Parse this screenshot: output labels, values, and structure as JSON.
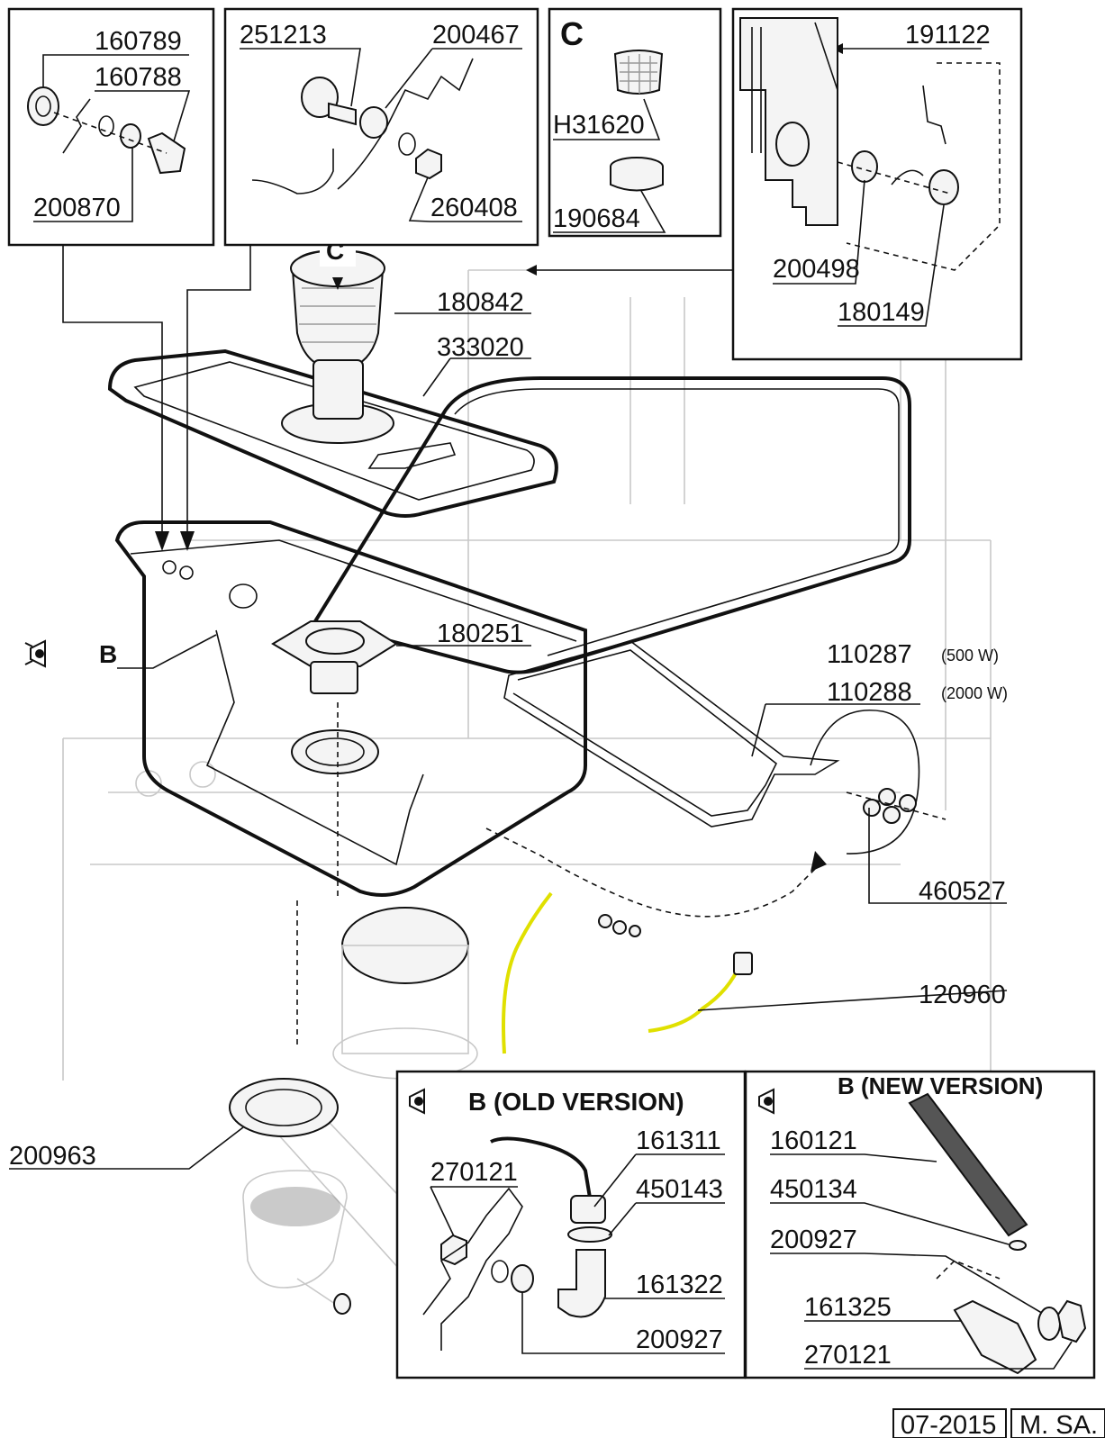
{
  "boxes": {
    "top_left": {
      "parts": [
        "160789",
        "160788",
        "200870"
      ]
    },
    "top_mid": {
      "parts": [
        "251213",
        "200467",
        "260408"
      ]
    },
    "detail_c": {
      "letter": "C",
      "parts": [
        "H31620",
        "190684"
      ]
    },
    "top_right": {
      "parts": [
        "191122",
        "200498",
        "180149"
      ]
    },
    "old_version": {
      "title": "B  (OLD VERSION)",
      "parts": [
        "161311",
        "270121",
        "450143",
        "161322",
        "200927"
      ]
    },
    "new_version": {
      "title": "B (NEW VERSION)",
      "parts": [
        "160121",
        "450134",
        "200927",
        "161325",
        "270121"
      ]
    }
  },
  "main_labels": {
    "c_marker": "C",
    "b_marker": "B",
    "p180842": "180842",
    "p333020": "333020",
    "p180251": "180251",
    "p110287": "110287",
    "p110287_note": "(500 W)",
    "p110288": "110288",
    "p110288_note": "(2000 W)",
    "p460527": "460527",
    "p120960": "120960",
    "p200963": "200963"
  },
  "footer": {
    "date": "07-2015",
    "author": "M. SA."
  },
  "colors": {
    "line": "#111111",
    "ghost": "#c8c8c8",
    "wire": "#e0e000",
    "background": "#ffffff"
  },
  "icons": [
    "eye-icon",
    "arrow-down-icon"
  ]
}
